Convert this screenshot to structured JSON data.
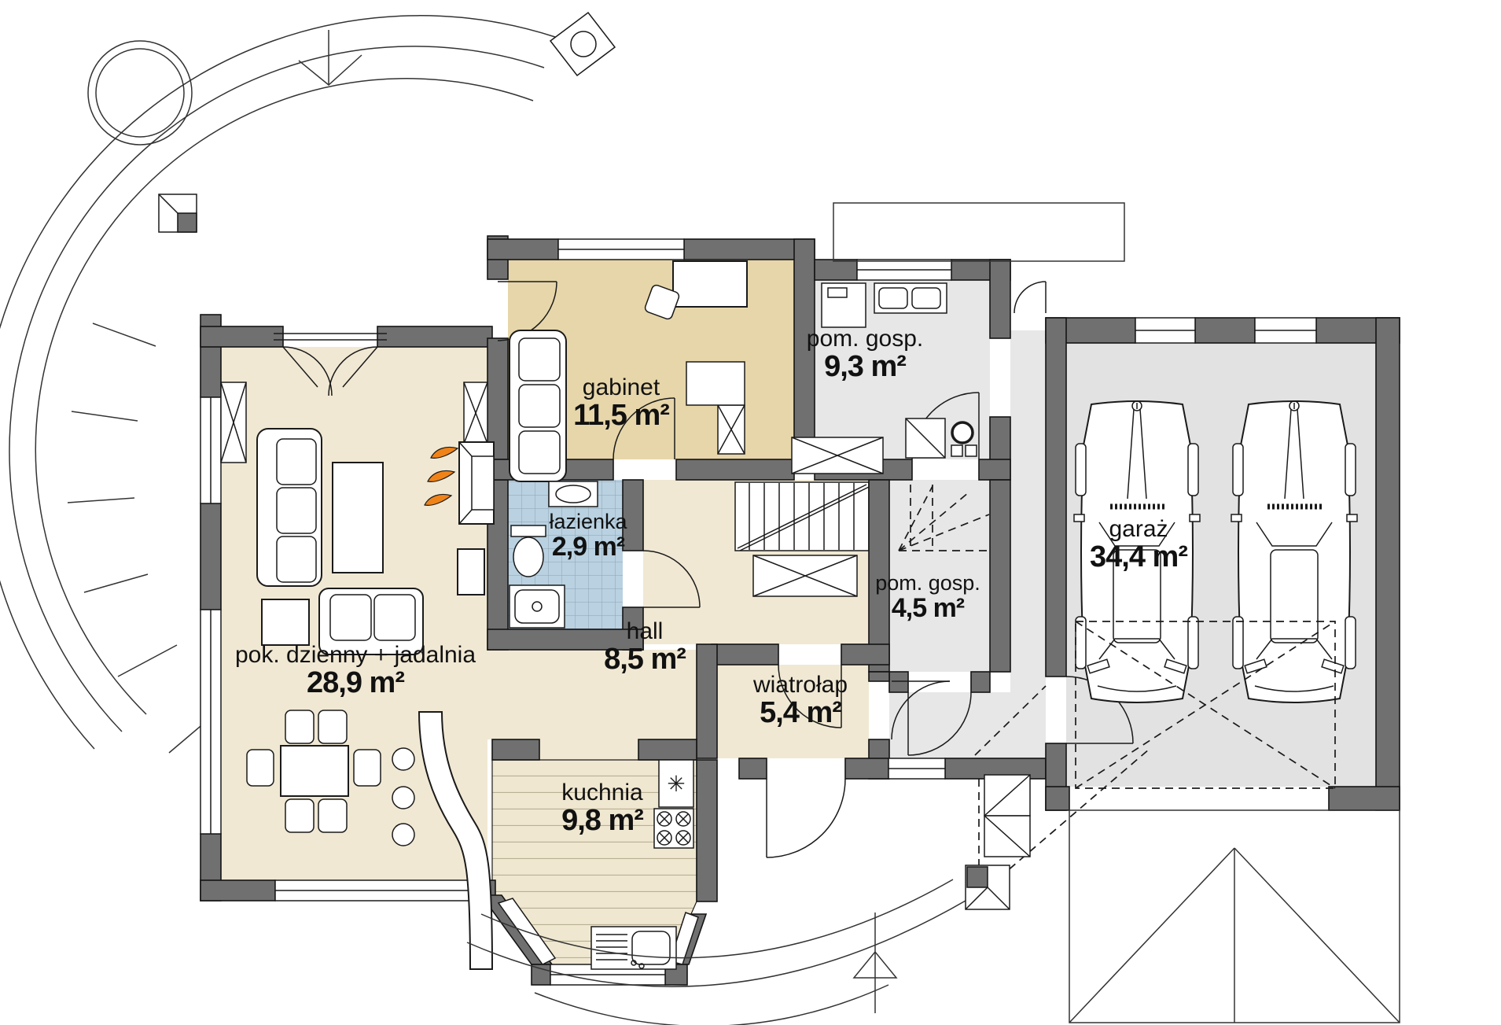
{
  "floor_plan": {
    "rooms": [
      {
        "id": "living",
        "name": "pok. dzienny + jadalnia",
        "area": "28,9 m²"
      },
      {
        "id": "gabinet",
        "name": "gabinet",
        "area": "11,5 m²"
      },
      {
        "id": "lazienka",
        "name": "łazienka",
        "area": "2,9 m²"
      },
      {
        "id": "hall",
        "name": "hall",
        "area": "8,5 m²"
      },
      {
        "id": "kuchnia",
        "name": "kuchnia",
        "area": "9,8 m²"
      },
      {
        "id": "wiatrolap",
        "name": "wiatrołap",
        "area": "5,4 m²"
      },
      {
        "id": "pom_gosp_1",
        "name": "pom. gosp.",
        "area": "9,3 m²"
      },
      {
        "id": "pom_gosp_2",
        "name": "pom. gosp.",
        "area": "4,5 m²"
      },
      {
        "id": "garaz",
        "name": "garaż",
        "area": "34,4 m²"
      }
    ],
    "symbols": {
      "fridge_star": "✳"
    },
    "colors": {
      "wall": "#707070",
      "floor_cream": "#f0e8d3",
      "floor_tan": "#e6d6a9",
      "floor_tile": "#b9d1e1",
      "floor_gray": "#e7e7e7",
      "floor_garage": "#e2e2e2",
      "fireplace_flame": "#f08318",
      "line": "#1a1a1a"
    }
  }
}
